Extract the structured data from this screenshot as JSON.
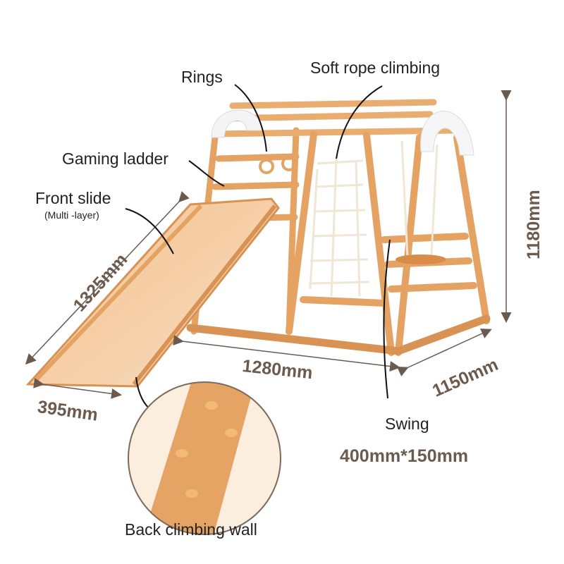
{
  "colors": {
    "wood": "#e9a766",
    "wood_dark": "#c97b3c",
    "wood_light": "#f6d2a8",
    "dimension": "#6b5a4e",
    "label": "#222222",
    "arch_white": "#f4f4f4",
    "rope": "#efe6d6"
  },
  "labels": {
    "rings": "Rings",
    "soft_rope_climbing": "Soft rope climbing",
    "gaming_ladder": "Gaming ladder",
    "front_slide": "Front slide",
    "front_slide_note": "(Multi -layer)",
    "swing": "Swing",
    "swing_size": "400mm*150mm",
    "back_climbing_wall": "Back climbing wall"
  },
  "dimensions": {
    "slide_length": "1325mm",
    "slide_width": "395mm",
    "frame_length": "1280mm",
    "frame_depth": "1150mm",
    "height": "1180mm"
  }
}
